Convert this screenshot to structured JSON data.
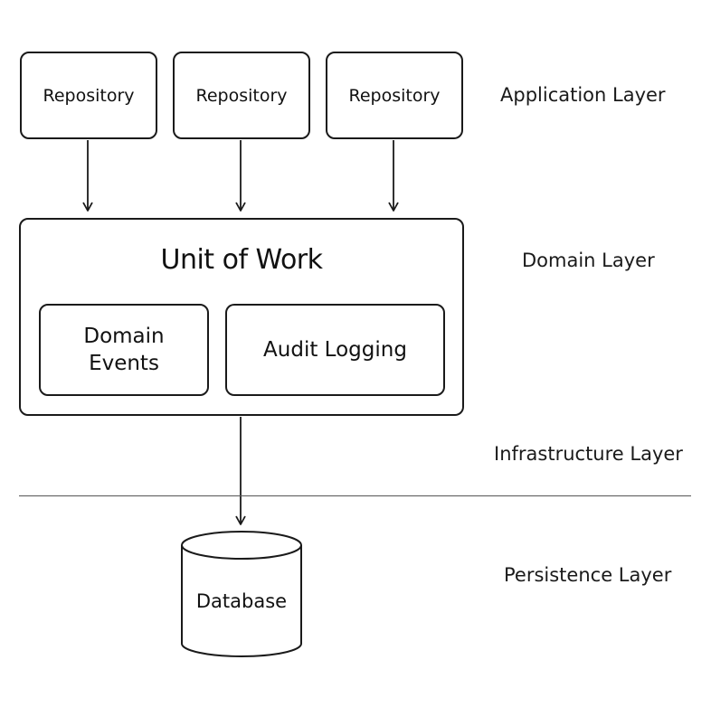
{
  "repositories": [
    {
      "label": "Repository"
    },
    {
      "label": "Repository"
    },
    {
      "label": "Repository"
    }
  ],
  "unit_of_work": {
    "title": "Unit of Work",
    "components": [
      {
        "label": "Domain\nEvents"
      },
      {
        "label": "Audit Logging"
      }
    ]
  },
  "database": {
    "label": "Database"
  },
  "layers": {
    "application": "Application Layer",
    "domain": "Domain Layer",
    "infrastructure": "Infrastructure Layer",
    "persistence": "Persistence Layer"
  }
}
